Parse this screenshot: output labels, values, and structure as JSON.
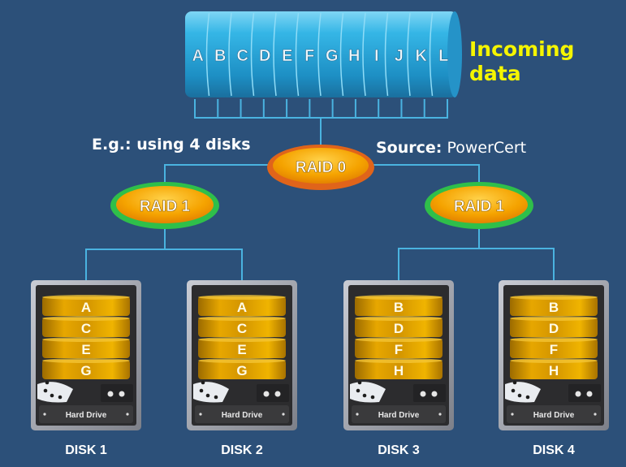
{
  "incoming": {
    "line1": "Incoming",
    "line2": "data"
  },
  "blocks": [
    "A",
    "B",
    "C",
    "D",
    "E",
    "F",
    "G",
    "H",
    "I",
    "J",
    "K",
    "L"
  ],
  "example_note": "E.g.: using 4 disks",
  "source": {
    "label": "Source",
    "sep": ":",
    "value": " PowerCert"
  },
  "raid_top": "RAID 0",
  "raid_left": "RAID 1",
  "raid_right": "RAID 1",
  "disks": [
    {
      "name": "DISK 1",
      "blocks": [
        "A",
        "C",
        "E",
        "G"
      ],
      "plate": "Hard Drive"
    },
    {
      "name": "DISK 2",
      "blocks": [
        "A",
        "C",
        "E",
        "G"
      ],
      "plate": "Hard Drive"
    },
    {
      "name": "DISK 3",
      "blocks": [
        "B",
        "D",
        "F",
        "H"
      ],
      "plate": "Hard Drive"
    },
    {
      "name": "DISK 4",
      "blocks": [
        "B",
        "D",
        "F",
        "H"
      ],
      "plate": "Hard Drive"
    }
  ],
  "colors": {
    "background": "#2c5079",
    "connector": "#4ab3e0",
    "incoming_text": "#f5f500",
    "cylinder": "#2aa8dc",
    "raid_fill": "#f5a300",
    "raid0_ring": "#e0641a",
    "raid1_ring": "#2fbf4a",
    "platter": "#d69a00"
  }
}
